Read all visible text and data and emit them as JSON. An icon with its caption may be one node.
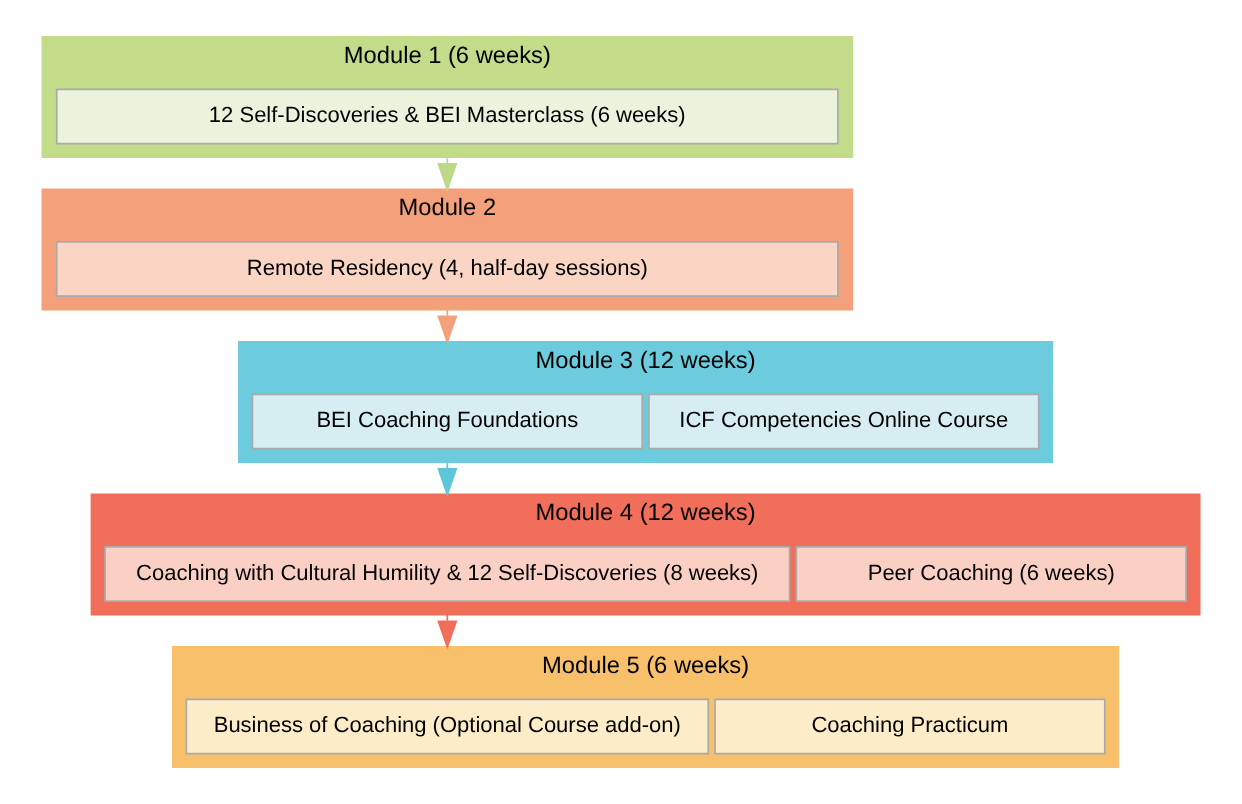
{
  "diagram": {
    "nodes": [
      {
        "text": [
          "Module 1 (6 weeks)"
        ]
      },
      {
        "text": [
          "12 Self-Discoveries & BEI Masterclass (6 weeks)"
        ],
        "in": 0
      },
      {
        "text": [
          "Module 2"
        ]
      },
      {
        "text": [
          "Remote Residency (4, half-day sessions)"
        ],
        "in": 2
      },
      {
        "text": [
          "Module 3 (12 weeks)"
        ]
      },
      {
        "text": [
          "BEI Coaching Foundations"
        ],
        "in": 4
      },
      {
        "text": [
          "ICF Competencies Online Course"
        ],
        "in": 4
      },
      {
        "text": [
          "Module 4 (12 weeks)"
        ]
      },
      {
        "text": [
          "Coaching with Cultural Humility & 12 Self-Discoveries (8 weeks)"
        ],
        "in": 7
      },
      {
        "text": [
          "Peer Coaching (6 weeks)"
        ],
        "in": 7
      },
      {
        "text": [
          "Module 5 (6 weeks)"
        ]
      },
      {
        "text": [
          "Business of Coaching (Optional Course add-on)"
        ],
        "in": 10
      },
      {
        "text": [
          "Coaching Practicum"
        ],
        "in": 10
      }
    ],
    "edges": [
      {
        "from": 0,
        "to": 2,
        "arrow": "to",
        "color": "#bcd98a"
      },
      {
        "from": 2,
        "to": 4,
        "arrow": "to",
        "color": "#f4a07a"
      },
      {
        "from": 4,
        "to": 7,
        "arrow": "to",
        "color": "#5fc6d9"
      },
      {
        "from": 7,
        "to": 10,
        "arrow": "to",
        "color": "#f06e5a"
      }
    ]
  }
}
